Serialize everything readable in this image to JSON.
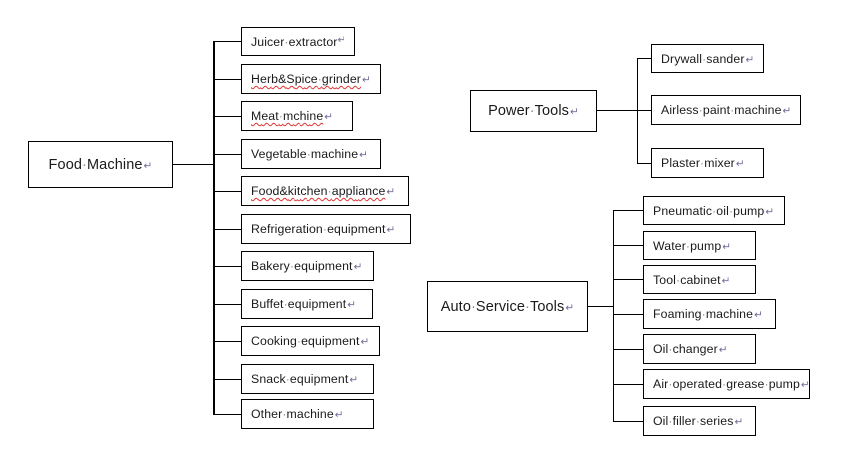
{
  "diagram": {
    "title": "Product Category Tree",
    "background_color": "#ffffff",
    "line_color": "#000000",
    "text_color": "#1a1a1a",
    "spellcheck_underline_color": "#e03030",
    "separator_glyph": "·",
    "return_glyph": "↵"
  },
  "trees": [
    {
      "id": "food-machine",
      "root": {
        "label": "Food·Machine↵",
        "text": "Food Machine"
      },
      "children": [
        {
          "label": "Juicer·extractor",
          "text": "Juicer extractor",
          "misspelled": false,
          "return_clipped": true
        },
        {
          "label": "Herb&Spice·grinder↵",
          "text": "Herb&Spice grinder",
          "misspelled": true
        },
        {
          "label": "Meat·mchine↵",
          "text": "Meat mchine",
          "misspelled": true
        },
        {
          "label": "Vegetable·machine↵",
          "text": "Vegetable machine",
          "misspelled": false
        },
        {
          "label": "Food&kitchen·appliance↵",
          "text": "Food&kitchen appliance",
          "misspelled": true
        },
        {
          "label": "Refrigeration·equipment↵",
          "text": "Refrigeration equipment",
          "misspelled": false
        },
        {
          "label": "Bakery·equipment↵",
          "text": "Bakery equipment",
          "misspelled": false
        },
        {
          "label": "Buffet·equipment↵",
          "text": "Buffet equipment",
          "misspelled": false
        },
        {
          "label": "Cooking·equipment↵",
          "text": "Cooking equipment",
          "misspelled": false
        },
        {
          "label": "Snack·equipment↵",
          "text": "Snack equipment",
          "misspelled": false
        },
        {
          "label": "Other·machine↵",
          "text": "Other machine",
          "misspelled": false
        }
      ]
    },
    {
      "id": "power-tools",
      "root": {
        "label": "Power·Tools↵",
        "text": "Power Tools"
      },
      "children": [
        {
          "label": "Drywall·sander↵",
          "text": "Drywall sander",
          "misspelled": false
        },
        {
          "label": "Airless·paint·machine↵",
          "text": "Airless paint machine",
          "misspelled": false
        },
        {
          "label": "Plaster·mixer↵",
          "text": "Plaster mixer",
          "misspelled": false
        }
      ]
    },
    {
      "id": "auto-service-tools",
      "root": {
        "label": "Auto·Service·Tools↵",
        "text": "Auto Service Tools"
      },
      "children": [
        {
          "label": "Pneumatic·oil·pump↵",
          "text": "Pneumatic oil pump",
          "misspelled": false
        },
        {
          "label": "Water·pump↵",
          "text": "Water pump",
          "misspelled": false
        },
        {
          "label": "Tool·cabinet↵",
          "text": "Tool cabinet",
          "misspelled": false
        },
        {
          "label": "Foaming·machine↵",
          "text": "Foaming machine",
          "misspelled": false
        },
        {
          "label": "Oil·changer↵",
          "text": "Oil changer",
          "misspelled": false
        },
        {
          "label": "Air·operated·grease·pump↵",
          "text": "Air operated grease pump",
          "misspelled": false
        },
        {
          "label": "Oil·filler·series↵",
          "text": "Oil filler series",
          "misspelled": false
        }
      ]
    }
  ]
}
